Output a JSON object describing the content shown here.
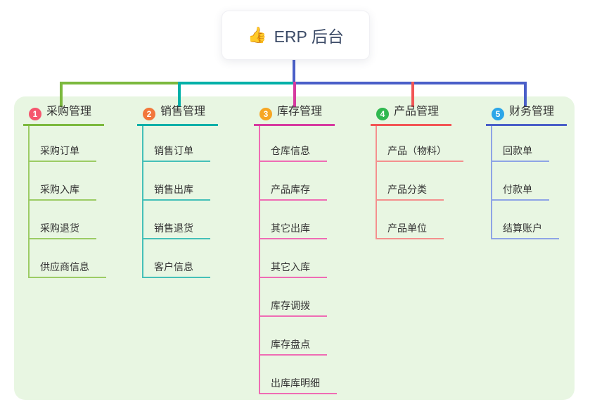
{
  "root": {
    "title": "ERP 后台",
    "icon": "thumbs-up-icon",
    "icon_glyph": "👍"
  },
  "branches": [
    {
      "num": "1",
      "title": "采购管理",
      "badge_color": "#f5566e",
      "line_color": "#7cb93e",
      "child_line_color": "#9ccc65",
      "children": [
        "采购订单",
        "采购入库",
        "采购退货",
        "供应商信息"
      ]
    },
    {
      "num": "2",
      "title": "销售管理",
      "badge_color": "#f2773b",
      "line_color": "#00b0a8",
      "child_line_color": "#45c0b8",
      "children": [
        "销售订单",
        "销售出库",
        "销售退货",
        "客户信息"
      ]
    },
    {
      "num": "3",
      "title": "库存管理",
      "badge_color": "#f6a623",
      "line_color": "#d63aa0",
      "child_line_color": "#ef6cb4",
      "children": [
        "仓库信息",
        "产品库存",
        "其它出库",
        "其它入库",
        "库存调拨",
        "库存盘点",
        "出库库明细"
      ]
    },
    {
      "num": "4",
      "title": "产品管理",
      "badge_color": "#2fb84f",
      "line_color": "#f25555",
      "child_line_color": "#f4908e",
      "children": [
        "产品（物料）",
        "产品分类",
        "产品单位"
      ]
    },
    {
      "num": "5",
      "title": "财务管理",
      "badge_color": "#2ba6e8",
      "line_color": "#4a5fc8",
      "child_line_color": "#8ea4e6",
      "children": [
        "回款单",
        "付款单",
        "结算账户"
      ]
    }
  ],
  "colors": {
    "background_panel": "#e8f6e2",
    "root_connector": "#4a5fc8",
    "text": "#333333",
    "root_text": "#3b4a66"
  }
}
